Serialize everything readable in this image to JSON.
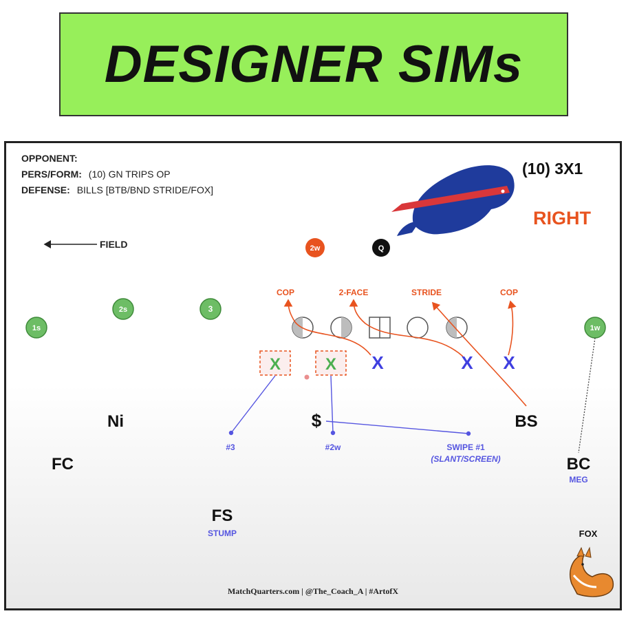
{
  "banner": {
    "title": "DESIGNER SIMs"
  },
  "header": {
    "opponent_label": "OPPONENT:",
    "pers_form_label": "PERS/FORM:",
    "pers_form_value": "(10) GN TRIPS OP",
    "defense_label": "DEFENSE:",
    "defense_value": "BILLS [BTB/BND STRIDE/FOX]",
    "formation_code": "(10) 3X1",
    "direction": "RIGHT"
  },
  "field_label": "FIELD",
  "offense": {
    "receivers": [
      "1s",
      "2s",
      "3",
      "1w"
    ],
    "backs": [
      "2w",
      "Q"
    ]
  },
  "line_calls": [
    "COP",
    "2-FACE",
    "STRIDE",
    "COP"
  ],
  "rushers": [
    "X",
    "X",
    "X",
    "X",
    "X"
  ],
  "defenders": {
    "nickel": "Ni",
    "money": "$",
    "boundary_safety": "BS",
    "field_corner": "FC",
    "boundary_corner": "BC",
    "free_safety": "FS"
  },
  "assignments": {
    "three": "#3",
    "two_w": "#2w",
    "swipe": "SWIPE #1",
    "swipe_detail": "(SLANT/SCREEN)",
    "meg": "MEG",
    "stump": "STUMP"
  },
  "fox_label": "FOX",
  "footer": "MatchQuarters.com | @The_Coach_A | #ArtofX",
  "colors": {
    "banner": "#97ef5a",
    "receiver": "#4caf50",
    "back": "#e8531f",
    "call": "#e8531f",
    "rusher": "#3f3fe0",
    "assignment": "#5555e0",
    "bills_blue": "#1f3b9c",
    "bills_red": "#d9373a"
  }
}
